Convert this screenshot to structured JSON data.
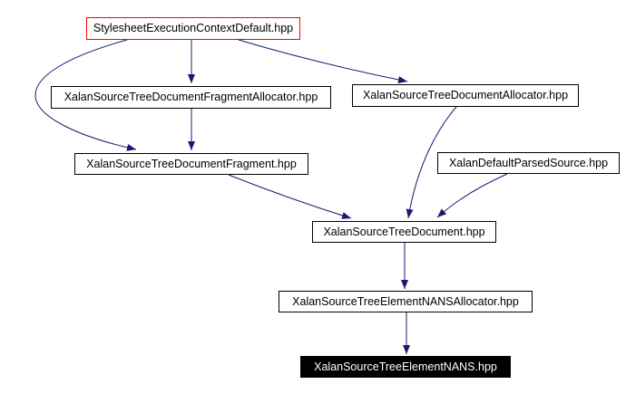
{
  "diagram": {
    "kind": "include-dependency-graph",
    "background_color": "#ffffff",
    "edge_color": "#191970",
    "node_border_color": "#000000",
    "highlight_border_color": "#ff0000",
    "current_node_fill": "#000000",
    "current_node_text_color": "#ffffff",
    "nodes": [
      {
        "id": "stylesheet-execution-context-default",
        "label": "StylesheetExecutionContextDefault.hpp",
        "style": "highlighted"
      },
      {
        "id": "xalan-source-tree-document-fragment-allocator",
        "label": "XalanSourceTreeDocumentFragmentAllocator.hpp",
        "style": "normal"
      },
      {
        "id": "xalan-source-tree-document-allocator",
        "label": "XalanSourceTreeDocumentAllocator.hpp",
        "style": "normal"
      },
      {
        "id": "xalan-source-tree-document-fragment",
        "label": "XalanSourceTreeDocumentFragment.hpp",
        "style": "normal"
      },
      {
        "id": "xalan-default-parsed-source",
        "label": "XalanDefaultParsedSource.hpp",
        "style": "normal"
      },
      {
        "id": "xalan-source-tree-document",
        "label": "XalanSourceTreeDocument.hpp",
        "style": "normal"
      },
      {
        "id": "xalan-source-tree-element-nans-allocator",
        "label": "XalanSourceTreeElementNANSAllocator.hpp",
        "style": "normal"
      },
      {
        "id": "xalan-source-tree-element-nans",
        "label": "XalanSourceTreeElementNANS.hpp",
        "style": "current"
      }
    ],
    "edges": [
      {
        "from": "StylesheetExecutionContextDefault.hpp",
        "to": "XalanSourceTreeDocumentFragmentAllocator.hpp"
      },
      {
        "from": "StylesheetExecutionContextDefault.hpp",
        "to": "XalanSourceTreeDocumentAllocator.hpp"
      },
      {
        "from": "StylesheetExecutionContextDefault.hpp",
        "to": "XalanSourceTreeDocumentFragment.hpp"
      },
      {
        "from": "XalanSourceTreeDocumentFragmentAllocator.hpp",
        "to": "XalanSourceTreeDocumentFragment.hpp"
      },
      {
        "from": "XalanSourceTreeDocumentFragment.hpp",
        "to": "XalanSourceTreeDocument.hpp"
      },
      {
        "from": "XalanSourceTreeDocumentAllocator.hpp",
        "to": "XalanSourceTreeDocument.hpp"
      },
      {
        "from": "XalanDefaultParsedSource.hpp",
        "to": "XalanSourceTreeDocument.hpp"
      },
      {
        "from": "XalanSourceTreeDocument.hpp",
        "to": "XalanSourceTreeElementNANSAllocator.hpp"
      },
      {
        "from": "XalanSourceTreeElementNANSAllocator.hpp",
        "to": "XalanSourceTreeElementNANS.hpp"
      }
    ]
  }
}
